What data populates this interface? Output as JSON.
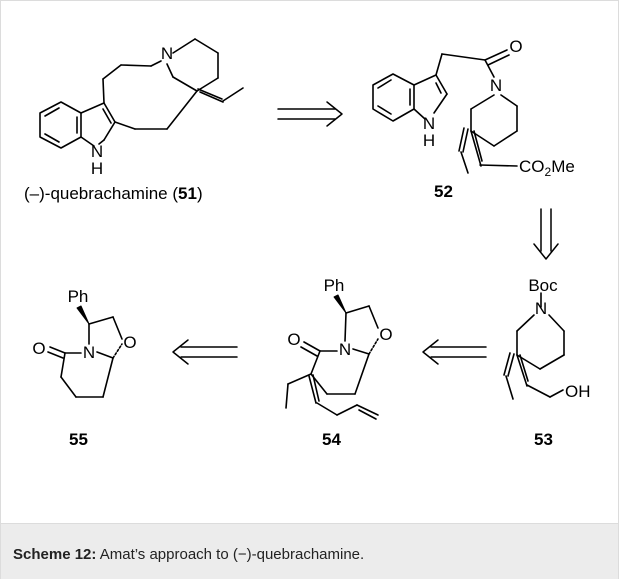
{
  "scheme": {
    "compounds": [
      {
        "id": "51",
        "name": "(–)-quebrachamine (",
        "number": "51",
        "name_suffix": ")"
      },
      {
        "id": "52",
        "number": "52"
      },
      {
        "id": "53",
        "number": "53"
      },
      {
        "id": "54",
        "number": "54"
      },
      {
        "id": "55",
        "number": "55"
      }
    ],
    "atom_labels": {
      "N": "N",
      "H": "H",
      "O": "O",
      "Ph": "Ph",
      "Boc": "Boc",
      "OH": "OH",
      "CO2Me_prefix": "CO",
      "CO2Me_sub": "2",
      "CO2Me_suffix": "Me"
    }
  },
  "caption": {
    "label": "Scheme 12:",
    "text": " Amat’s approach to (−)-quebrachamine."
  },
  "colors": {
    "caption_background": "#ececec",
    "border": "#dcdcdc",
    "ink": "#000000"
  }
}
